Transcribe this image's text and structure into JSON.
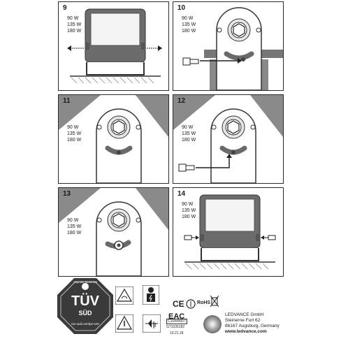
{
  "wattages": [
    "90 W",
    "135 W",
    "180 W"
  ],
  "panels": [
    {
      "id": "9"
    },
    {
      "id": "10"
    },
    {
      "id": "11"
    },
    {
      "id": "12"
    },
    {
      "id": "13"
    },
    {
      "id": "14"
    }
  ],
  "certification": {
    "tuv_top": "Geprüfte Sicherheit",
    "tuv_main": "TÜV",
    "tuv_sub": "SÜD",
    "tuv_url": "tuv-sud.com/ps-cert"
  },
  "marks": {
    "ce": "CE",
    "rohs": "RoHS",
    "eac": "EAC"
  },
  "ids": {
    "id1": "C10449057",
    "id2": "G71035182",
    "date": "10.21.18"
  },
  "company": {
    "name": "LEDVANCE GmbH",
    "street": "Steinerne Furt 62",
    "city": "86167 Augsburg, Germany",
    "web": "www.ledvance.com"
  },
  "icons": [
    "mounting-surface-icon",
    "qualified-electrician-icon",
    "protective-earth-icon",
    "impact-resistance-icon",
    "class-i-icon",
    "weee-bin-icon"
  ]
}
